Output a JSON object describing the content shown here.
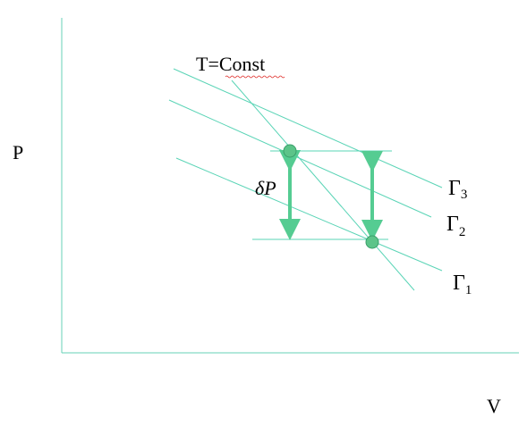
{
  "axes": {
    "y_label": "P",
    "x_label": "V"
  },
  "labels": {
    "isotherm": "T=Const",
    "delta_p": "δP",
    "gamma_symbol": "Γ",
    "gamma_1_sub": "1",
    "gamma_2_sub": "2",
    "gamma_3_sub": "3"
  },
  "colors": {
    "line": "#5ad4b6",
    "arrow": "#55cc92",
    "point_fill": "#5cc489",
    "point_stroke": "#3a9f6a",
    "axis": "#66d2b7",
    "squiggle": "#e0332f"
  }
}
